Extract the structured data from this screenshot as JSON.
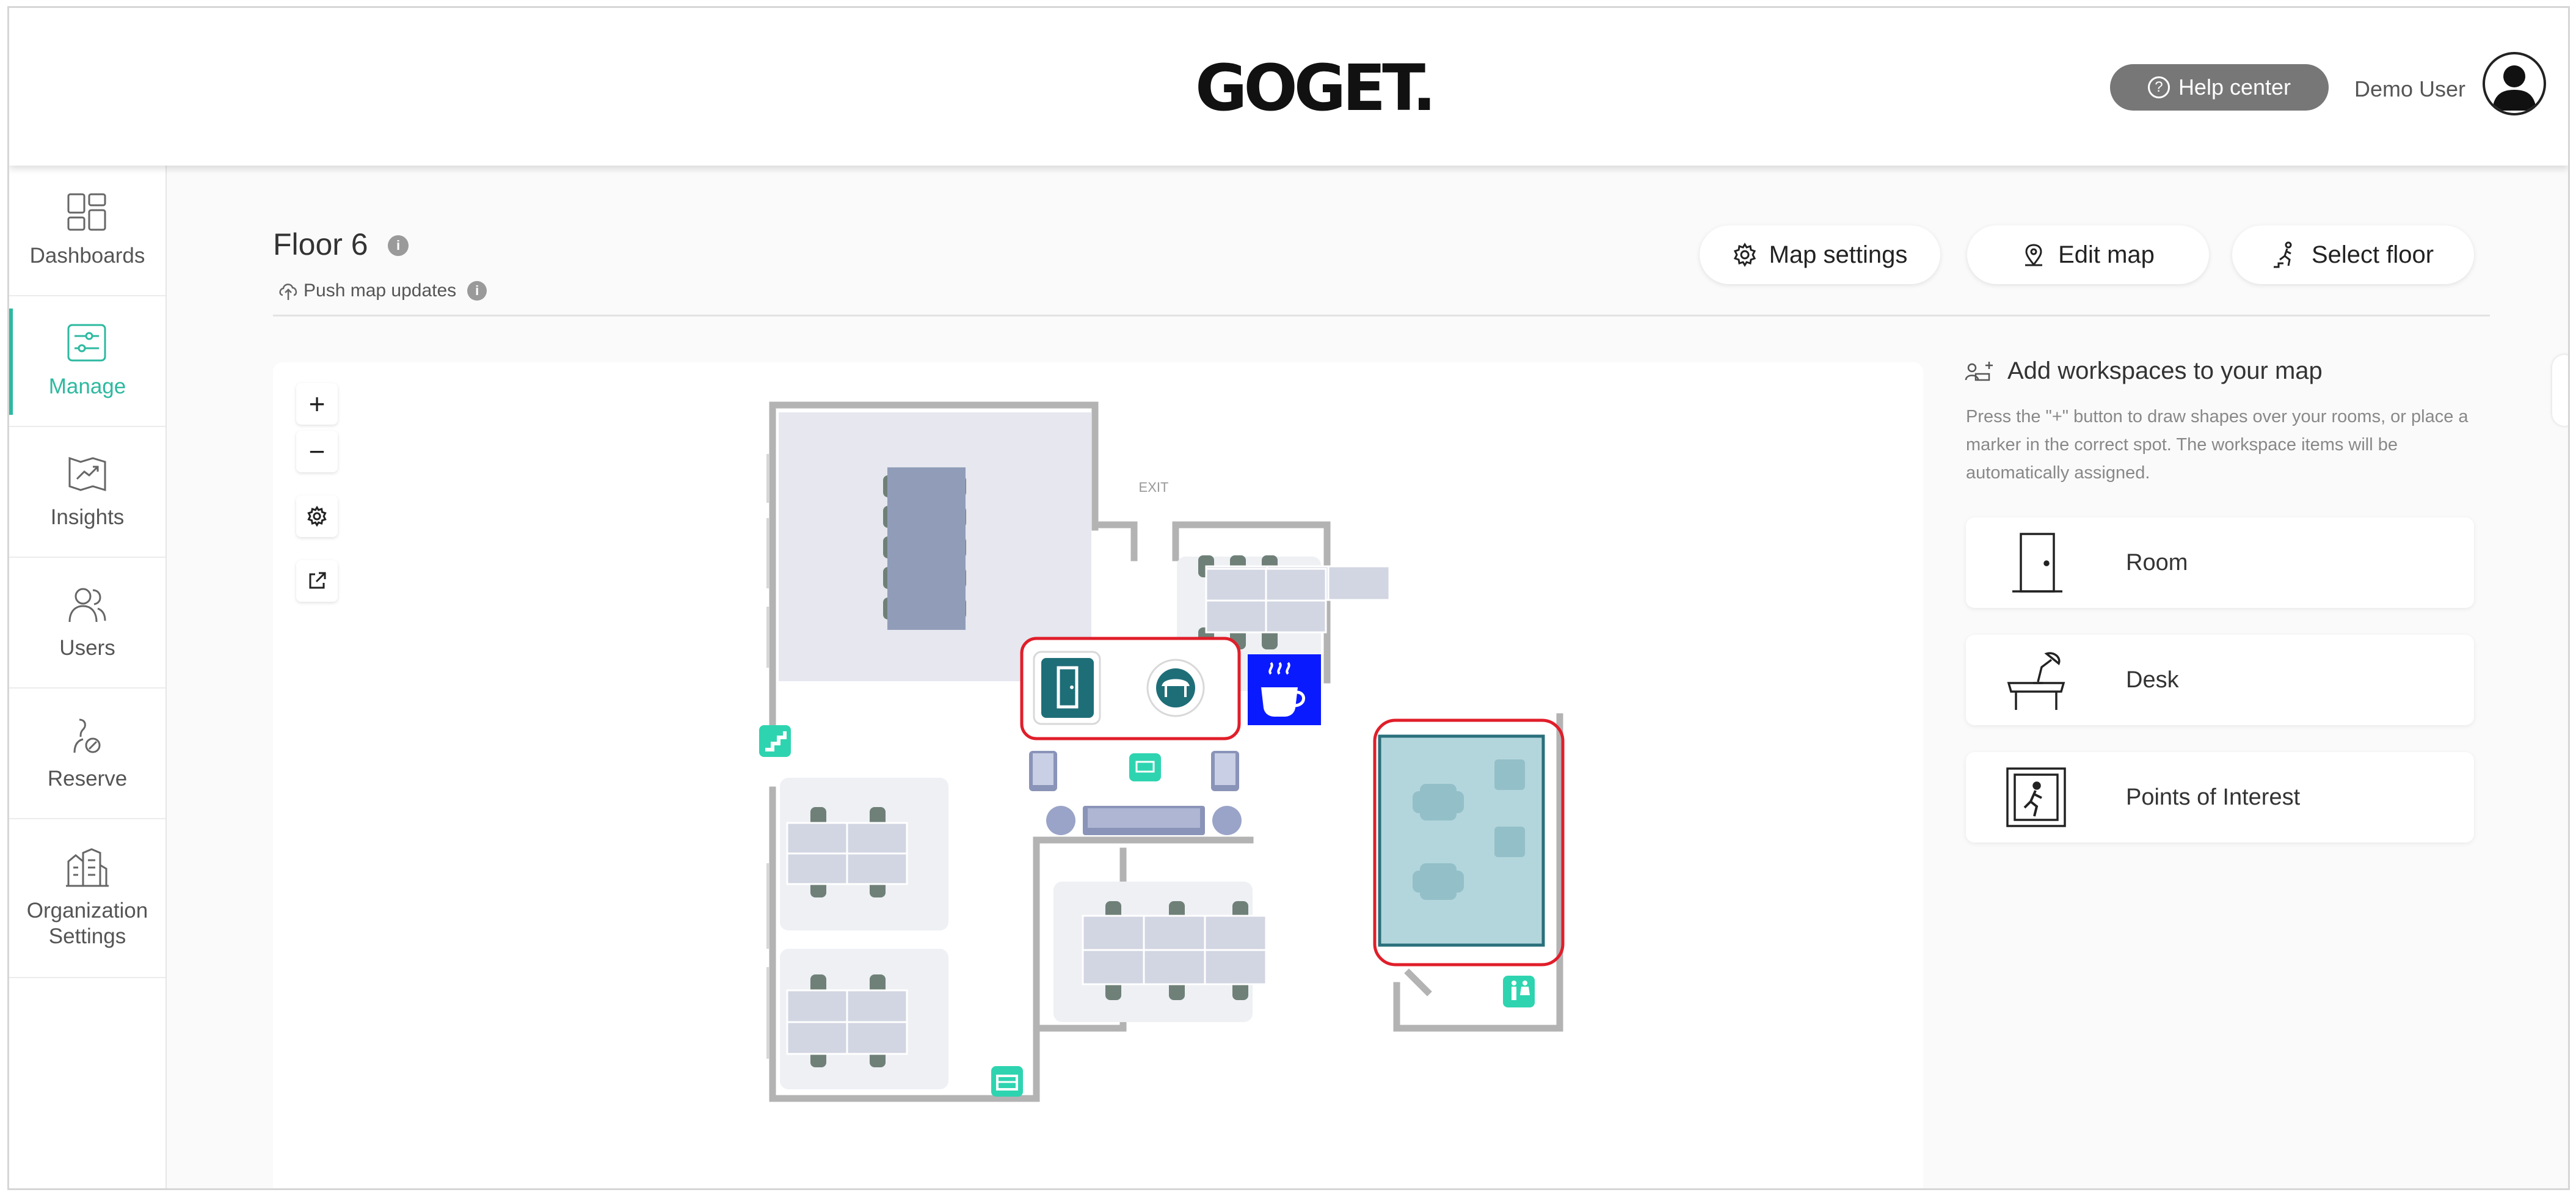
{
  "header": {
    "logo": "GOGET.",
    "help_label": "Help center",
    "help_icon": "question-icon",
    "user_name": "Demo User",
    "avatar_icon": "user-avatar-icon"
  },
  "sidebar": {
    "accent_color": "#2db9a0",
    "items": [
      {
        "label": "Dashboards",
        "icon": "dashboard-icon",
        "active": false
      },
      {
        "label": "Manage",
        "icon": "manage-icon",
        "active": true
      },
      {
        "label": "Insights",
        "icon": "insights-icon",
        "active": false
      },
      {
        "label": "Users",
        "icon": "users-icon",
        "active": false
      },
      {
        "label": "Reserve",
        "icon": "reserve-icon",
        "active": false
      },
      {
        "label": "Organization Settings",
        "icon": "organization-icon",
        "active": false
      }
    ]
  },
  "page": {
    "title": "Floor 6",
    "info_glyph": "i",
    "push_label": "Push map updates"
  },
  "toolbar": {
    "map_settings": "Map settings",
    "edit_map": "Edit map",
    "select_floor": "Select floor"
  },
  "map": {
    "zoom_in": "+",
    "zoom_out": "−",
    "exit_label": "EXIT",
    "popup_icons": [
      "room-icon",
      "table-icon",
      "coffee-icon"
    ],
    "highlight_color": "#e01e2a",
    "poi_color": "#2ed4b0",
    "coffee_color": "#0a1aff"
  },
  "panel": {
    "title": "Add workspaces to your map",
    "description": "Press the \"+\" button to draw shapes over your rooms, or place a marker in the correct spot. The workspace items will be automatically assigned.",
    "cards": [
      {
        "label": "Room",
        "icon": "room-door-icon"
      },
      {
        "label": "Desk",
        "icon": "desk-lamp-icon"
      },
      {
        "label": "Points of Interest",
        "icon": "exit-sign-icon"
      }
    ]
  }
}
